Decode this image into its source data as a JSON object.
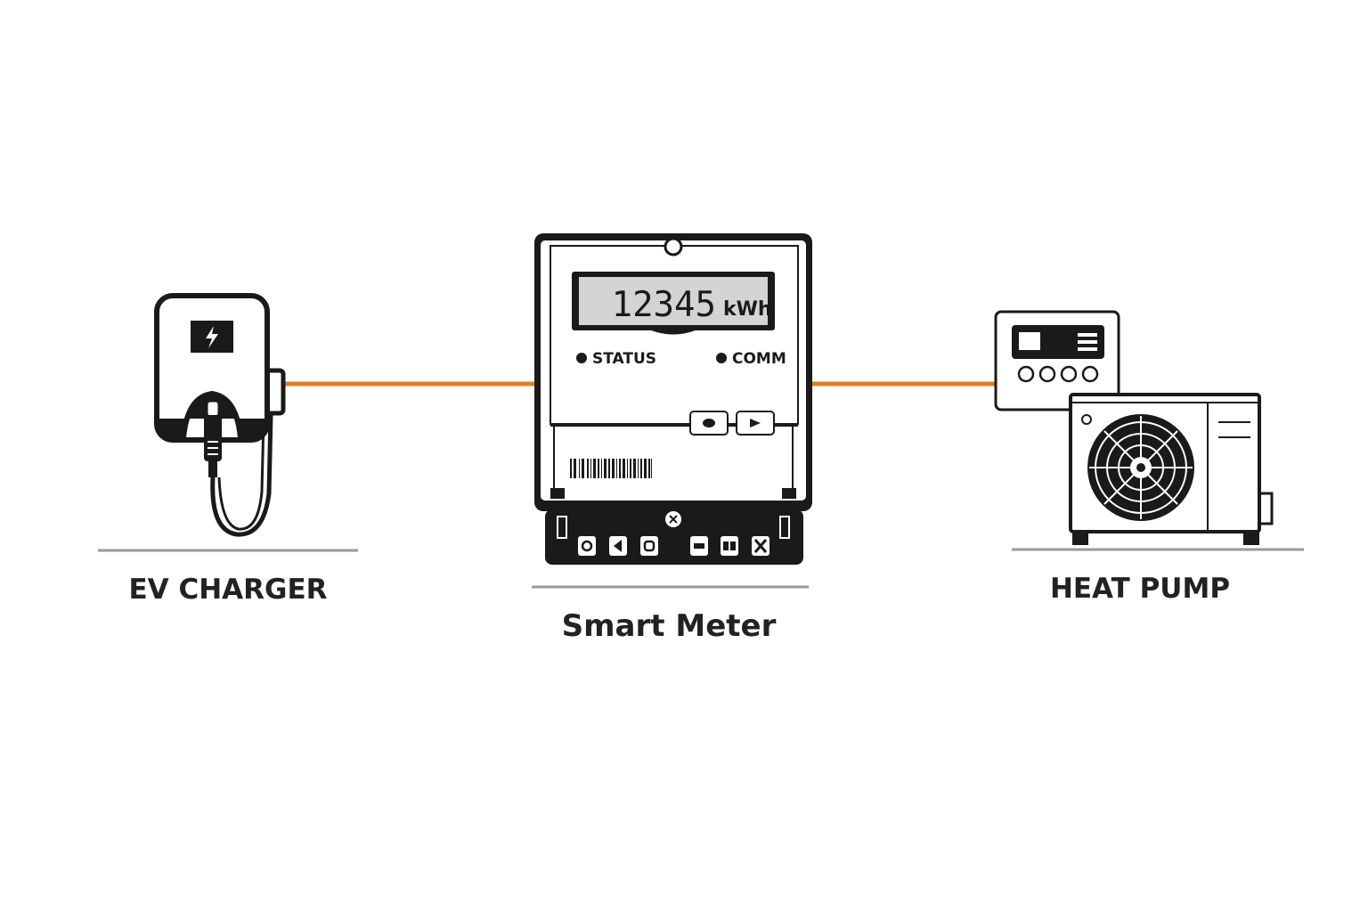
{
  "colors": {
    "connection": "#e07f20",
    "outline": "#1a1a1a",
    "ground": "#9a9a9a",
    "lcd_background": "#d4d4d4",
    "label": "#222222"
  },
  "devices": {
    "ev_charger": {
      "label": "EV CHARGER",
      "icon": "ev-charger-icon"
    },
    "smart_meter": {
      "label": "Smart Meter",
      "icon": "smart-meter-icon",
      "reading": "12345",
      "unit": "kWh",
      "indicators": {
        "status": "STATUS",
        "comm": "COMM"
      }
    },
    "heat_pump": {
      "label": "HEAT PUMP",
      "icon": "heat-pump-icon"
    }
  },
  "connections": [
    {
      "from": "ev_charger",
      "to": "smart_meter"
    },
    {
      "from": "smart_meter",
      "to": "heat_pump"
    }
  ]
}
